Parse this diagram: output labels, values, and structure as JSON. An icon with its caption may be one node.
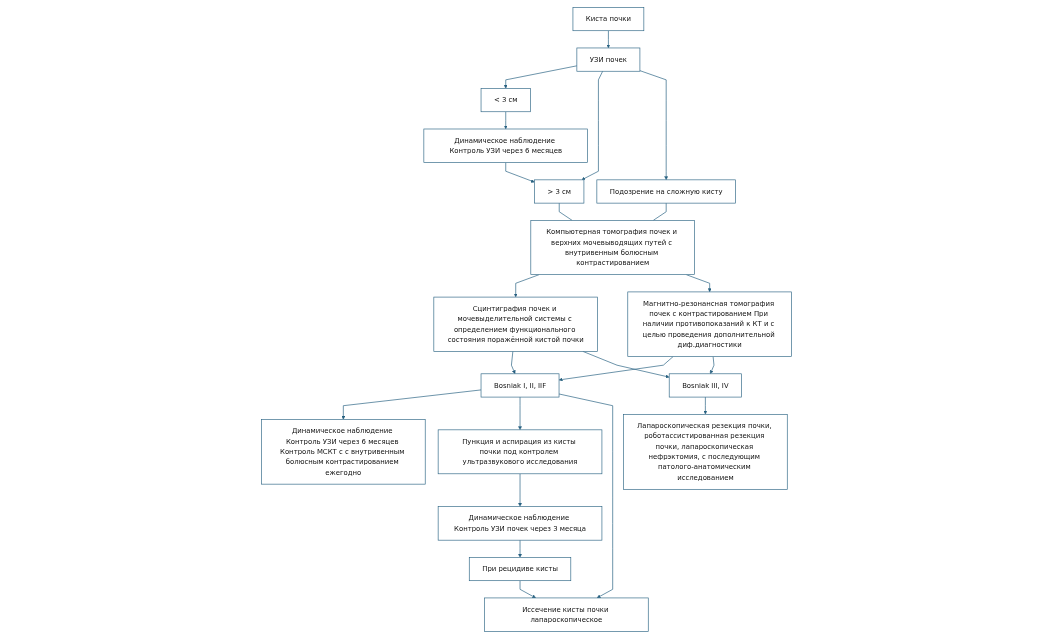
{
  "diagram": {
    "nodes": [
      {
        "text": [
          "Киста почки"
        ]
      },
      {
        "text": [
          "УЗИ почек"
        ]
      },
      {
        "text": [
          "< 3 см"
        ]
      },
      {
        "text": [
          "> 3 см"
        ]
      },
      {
        "text": [
          "Подозрение на сложную кисту"
        ]
      },
      {
        "text": [
          "Динамическое наблюдение Контроль УЗИ через 6 месяцев"
        ]
      },
      {
        "text": [
          "Компьютерная томография почек и верхних мочевыводящих путей с внутривенным болюсным контрастированием"
        ]
      },
      {
        "text": [
          "Сцинтиграфия почек и мочевыделительной системы с определением функционального состояния поражённой кистой почки"
        ]
      },
      {
        "text": [
          "Магнитно-резонансная томография почек с контрастированием При наличии противопоказаний к КТ и с целью проведения дополнительной диф.диагностики"
        ]
      },
      {
        "text": [
          "Bosniak I, II, IIF"
        ]
      },
      {
        "text": [
          "Bosniak III, IV"
        ]
      },
      {
        "text": [
          "Динамическое наблюдение Контроль УЗИ через 6 месяцев Контроль МСКТ с с внутривенным болюсным контрастированием ежегодно"
        ]
      },
      {
        "text": [
          "Пункция и аспирация из кисты почки под контролем ультразвукового исследования"
        ]
      },
      {
        "text": [
          "Иссечение кисты почки лапароскопическое"
        ]
      },
      {
        "text": [
          "Лапароскопическая резекция почки, роботассистированная резекция почки, лапароскопическая нефрэктомия, с последующим патолого-анатомическим исследованием"
        ]
      },
      {
        "text": [
          "Динамическое наблюдение Контроль УЗИ почек через 3 месяца"
        ]
      },
      {
        "text": [
          "При рецидиве кисты"
        ]
      }
    ],
    "edges": [
      {
        "from": 0,
        "to": 1,
        "arrow": "to"
      },
      {
        "from": 1,
        "to": 2,
        "arrow": "to"
      },
      {
        "from": 1,
        "to": 3,
        "arrow": "to"
      },
      {
        "from": 1,
        "to": 4,
        "arrow": "to"
      },
      {
        "from": 2,
        "to": 5,
        "arrow": "to"
      },
      {
        "from": 5,
        "to": 3,
        "arrow": "to"
      },
      {
        "from": 3,
        "to": 6,
        "arrow": "none"
      },
      {
        "from": 4,
        "to": 6,
        "arrow": "none"
      },
      {
        "from": 6,
        "to": 7,
        "arrow": "to"
      },
      {
        "from": 6,
        "to": 8,
        "arrow": "to"
      },
      {
        "from": 7,
        "to": 9,
        "arrow": "to"
      },
      {
        "from": 7,
        "to": 10,
        "arrow": "to"
      },
      {
        "from": 8,
        "to": 9,
        "arrow": "to"
      },
      {
        "from": 8,
        "to": 10,
        "arrow": "to"
      },
      {
        "from": 9,
        "to": 11,
        "arrow": "to"
      },
      {
        "from": 9,
        "to": 12,
        "arrow": "to"
      },
      {
        "from": 9,
        "to": 13,
        "arrow": "to"
      },
      {
        "from": 10,
        "to": 14,
        "arrow": "to"
      },
      {
        "from": 12,
        "to": 15,
        "arrow": "to"
      },
      {
        "from": 15,
        "to": 16,
        "arrow": "to"
      },
      {
        "from": 16,
        "to": 13,
        "arrow": "to"
      }
    ]
  }
}
